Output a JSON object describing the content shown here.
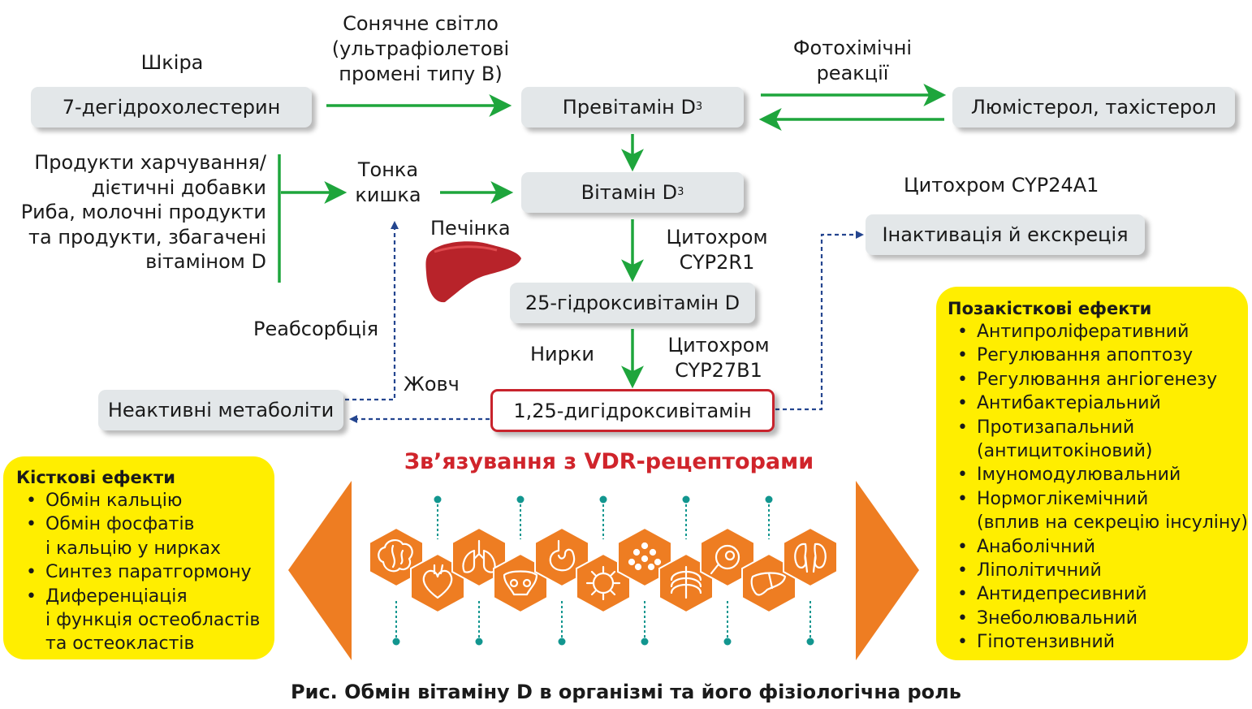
{
  "labels": {
    "skin": "Шкіра",
    "sunlight": [
      "Сонячне світло",
      "(ультрафіолетові",
      "промені типу В)"
    ],
    "photochem": [
      "Фотохімічні",
      "реакції"
    ],
    "food": [
      "Продукти харчування/",
      "дієтичні добавки",
      "Риба, молочні продукти",
      "та продукти, збагачені",
      "вітаміном D"
    ],
    "intestine": [
      "Тонка",
      "кишка"
    ],
    "liver": "Печінка",
    "cyp2r1": [
      "Цитохром",
      "CYP2R1"
    ],
    "cyp24a1": "Цитохром CYP24A1",
    "kidneys": "Нирки",
    "cyp27b1": [
      "Цитохром",
      "CYP27B1"
    ],
    "reabsorption": "Реабсорбція",
    "bile": "Жовч"
  },
  "boxes": {
    "dehydro": "7-дегідрохолестерин",
    "previt": "Превітамін D",
    "previt_sub": "3",
    "lumi": "Люмістерол, тахістерол",
    "vitd3": "Вітамін D",
    "vitd3_sub": "3",
    "hydroxy25": "25-гідроксивітамін D",
    "inactivation": "Інактивація й екскреція",
    "dihydroxy": "1,25-дигідроксивітамін",
    "inactive": "Неактивні метаболіти"
  },
  "vdr_title": "Зв’язування з VDR-рецепторами",
  "organs": [
    "brain-icon",
    "heart-icon",
    "lungs-icon",
    "pelvis-icon",
    "stomach-icon",
    "virus-icon",
    "cells-icon",
    "ribcage-icon",
    "eye-icon",
    "liver-icon",
    "kidneys-icon"
  ],
  "bone_effects": {
    "title": "Кісткові ефекти",
    "items": [
      {
        "lines": [
          "Обмін кальцію"
        ]
      },
      {
        "lines": [
          "Обмін фосфатів",
          "і кальцію у нирках"
        ]
      },
      {
        "lines": [
          "Синтез паратгормону"
        ]
      },
      {
        "lines": [
          "Диференціація",
          "і функція остеобластів",
          " та остеокластів"
        ]
      }
    ]
  },
  "extra_effects": {
    "title": "Позакісткові ефекти",
    "items": [
      {
        "lines": [
          "Антипроліферативний"
        ]
      },
      {
        "lines": [
          "Регулювання апоптозу"
        ]
      },
      {
        "lines": [
          "Регулювання ангіогенезу"
        ]
      },
      {
        "lines": [
          "Антибактеріальний"
        ]
      },
      {
        "lines": [
          "Протизапальний",
          "(антицитокіновий)"
        ]
      },
      {
        "lines": [
          "Імуномодулювальний"
        ]
      },
      {
        "lines": [
          "Нормоглікемічний",
          "(вплив на секрецію інсуліну)"
        ]
      },
      {
        "lines": [
          "Анаболічний"
        ]
      },
      {
        "lines": [
          "Ліполітичний"
        ]
      },
      {
        "lines": [
          "Антидепресивний"
        ]
      },
      {
        "lines": [
          "Знеболювальний"
        ]
      },
      {
        "lines": [
          "Гіпотензивний"
        ]
      }
    ]
  },
  "caption": "Рис. Обмін вітаміну D в організмі та його фізіологічна роль",
  "colors": {
    "green_arrow": "#1ea53c",
    "blue_dashed": "#24458f",
    "orange": "#ee7d22",
    "yellow": "#ffee00",
    "red_accent": "#d0242b",
    "box_grey": "#e3e7e9",
    "teal_dot": "#12968f"
  }
}
